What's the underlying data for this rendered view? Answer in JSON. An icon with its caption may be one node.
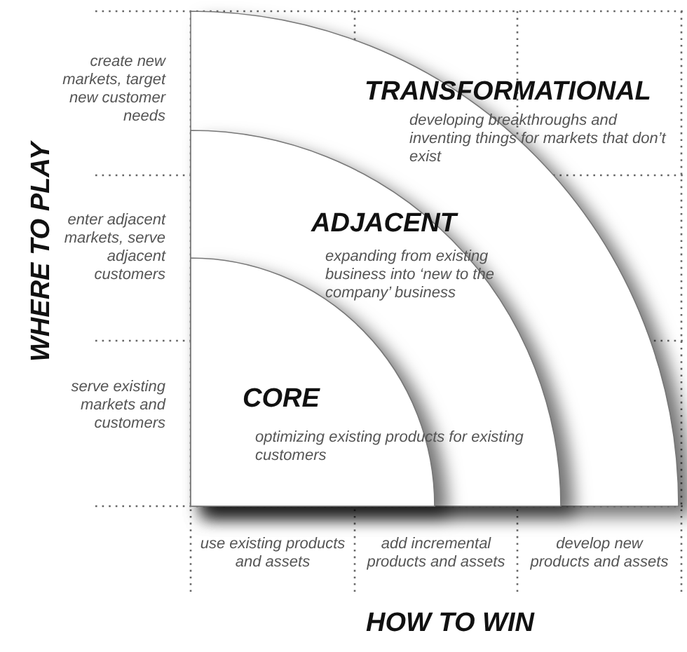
{
  "diagram": {
    "nodes": [
      {
        "text": [
          "TRANSFORMATIONAL",
          "developing breakthroughs and inventing things for markets that don’t exist"
        ]
      },
      {
        "text": [
          "ADJACENT",
          "expanding from existing business into ‘new to the company’ business"
        ],
        "in": 0
      },
      {
        "text": [
          "CORE",
          "optimizing existing products for existing customers"
        ],
        "in": 1
      }
    ],
    "edges": [],
    "labels": [
      "create new markets, target new customer needs",
      "WHERE TO PLAY",
      "enter adjacent markets, serve adjacent customers",
      "serve existing markets and customers",
      "use existing products and assets",
      "add incremental products and assets",
      "develop new products and assets",
      "HOW TO WIN"
    ]
  }
}
